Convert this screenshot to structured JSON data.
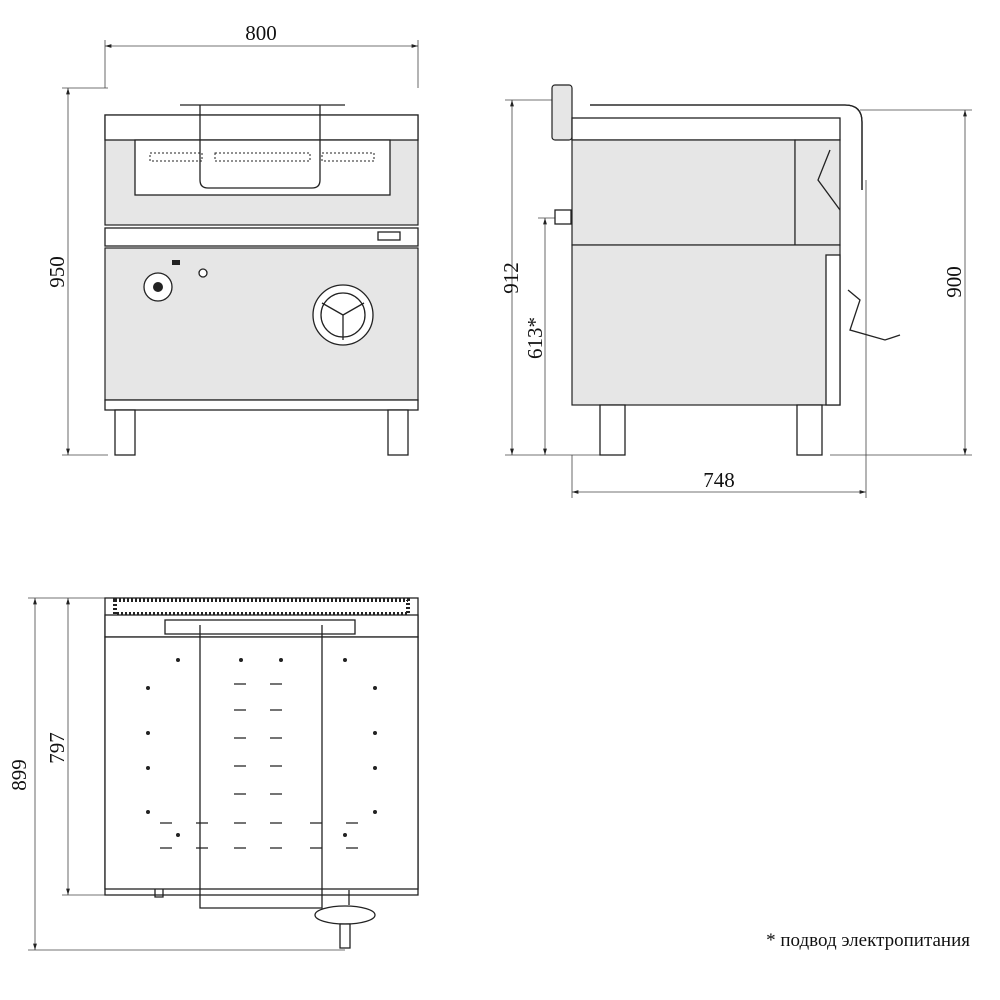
{
  "dimensions": {
    "front_width": "800",
    "front_height": "950",
    "side_height_total": "912",
    "side_power_inlet_height": "613*",
    "side_height_body": "900",
    "side_depth": "748",
    "top_depth_total": "899",
    "top_depth_body": "797"
  },
  "footnote": "* подвод электропитания"
}
